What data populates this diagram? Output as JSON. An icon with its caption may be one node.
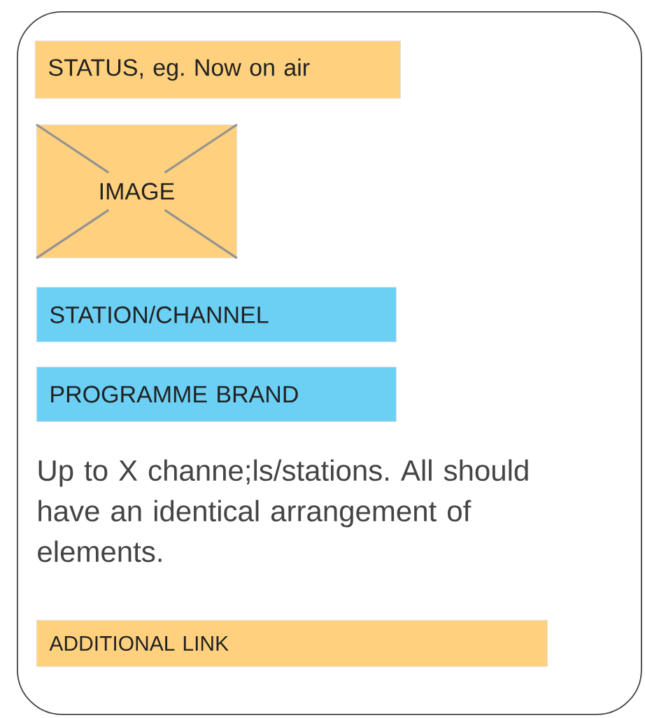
{
  "diagram": {
    "nodes": [
      {
        "text": [
          "Up to X channe;ls/stations. All should have an identical arrangement of elements."
        ]
      },
      {
        "text": [
          "STATUS, eg. Now on air"
        ],
        "in": 0
      },
      {
        "text": [
          "IMAGE"
        ],
        "in": 0
      },
      {
        "text": [
          "STATION/CHANNEL"
        ],
        "in": 0
      },
      {
        "text": [
          "PROGRAMME BRAND"
        ],
        "in": 0
      },
      {
        "text": [
          "ADDITIONAL LINK"
        ],
        "in": 0
      }
    ]
  }
}
